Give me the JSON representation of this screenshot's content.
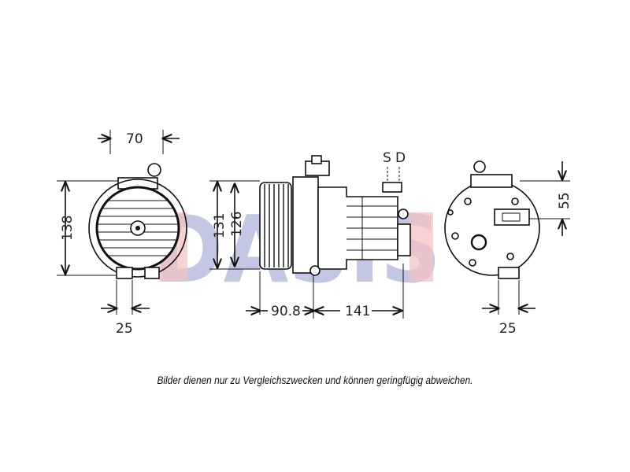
{
  "watermark": {
    "text": "DASIS",
    "colors": {
      "dark": "#2c3a9e",
      "red": "#d6262b"
    }
  },
  "dimensions": {
    "left_view_width": "70",
    "left_view_height": "138",
    "left_view_foot": "25",
    "side_view_outer_height": "131",
    "side_view_inner_height": "126",
    "side_view_pulley_length": "90.8",
    "side_view_body_length": "141",
    "right_view_port_height": "55",
    "right_view_foot": "25"
  },
  "port_labels": {
    "suction": "S",
    "discharge": "D"
  },
  "caption": "Bilder dienen nur zu Vergleichszwecken und können geringfügig abweichen."
}
